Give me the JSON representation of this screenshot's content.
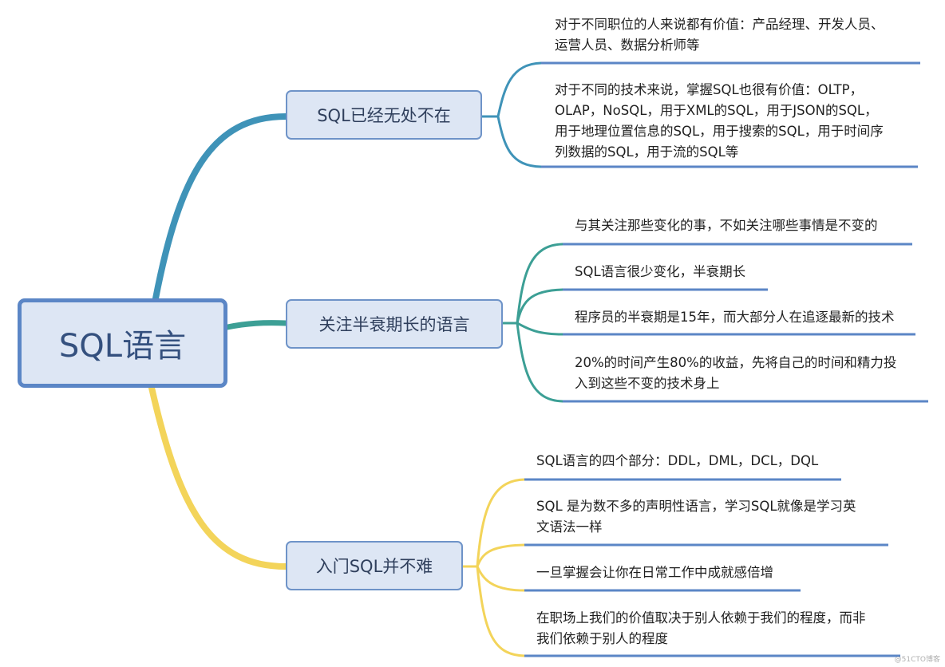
{
  "root": {
    "label": "SQL语言"
  },
  "branches": [
    {
      "label": "SQL已经无处不在",
      "color": "#3f93b8",
      "leaves": [
        {
          "lines": [
            "对于不同职位的人来说都有价值：产品经理、开发人员、",
            "运营人员、数据分析师等"
          ]
        },
        {
          "lines": [
            "对于不同的技术来说，掌握SQL也很有价值：OLTP，",
            "OLAP，NoSQL，用于XML的SQL，用于JSON的SQL，",
            "用于地理位置信息的SQL，用于搜索的SQL，用于时间序",
            "列数据的SQL，用于流的SQL等"
          ]
        }
      ]
    },
    {
      "label": "关注半衰期长的语言",
      "color": "#3c9f95",
      "leaves": [
        {
          "lines": [
            "与其关注那些变化的事，不如关注哪些事情是不变的"
          ]
        },
        {
          "lines": [
            "SQL语言很少变化，半衰期长"
          ]
        },
        {
          "lines": [
            "程序员的半衰期是15年，而大部分人在追逐最新的技术"
          ]
        },
        {
          "lines": [
            "20%的时间产生80%的收益，先将自己的时间和精力投",
            "入到这些不变的技术身上"
          ]
        }
      ]
    },
    {
      "label": "入门SQL并不难",
      "color": "#f3d45a",
      "leaves": [
        {
          "lines": [
            "SQL语言的四个部分：DDL，DML，DCL，DQL"
          ]
        },
        {
          "lines": [
            "SQL 是为数不多的声明性语言，学习SQL就像是学习英",
            "文语法一样"
          ]
        },
        {
          "lines": [
            "一旦掌握会让你在日常工作中成就感倍增"
          ]
        },
        {
          "lines": [
            "在职场上我们的价值取决于别人依赖于我们的程度，而非",
            "我们依赖于别人的程度"
          ]
        }
      ]
    }
  ],
  "underline_color": "#5b86c6",
  "watermark": "@51CTO博客"
}
